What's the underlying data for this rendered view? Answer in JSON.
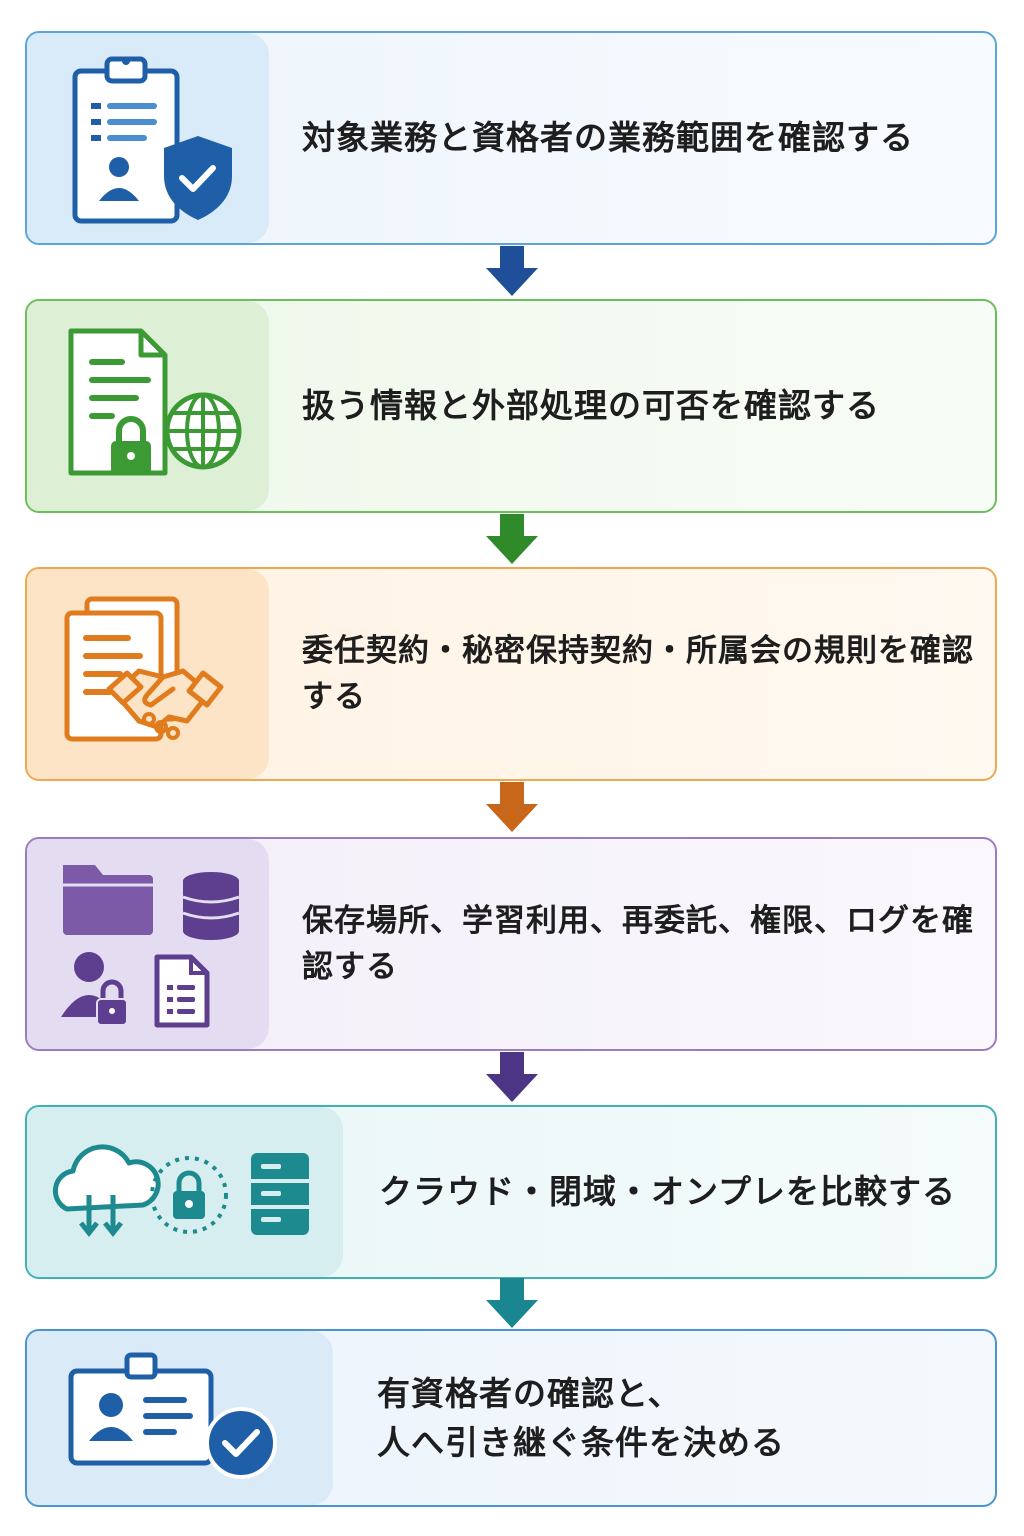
{
  "steps": [
    {
      "text": "対象業務と資格者の業務範囲を確認する",
      "icon": "clipboard-shield-check-icon",
      "color": "#1f5fa8"
    },
    {
      "text": "扱う情報と外部処理の可否を確認する",
      "icon": "document-lock-globe-icon",
      "color": "#3c9a34"
    },
    {
      "text": "委任契約・秘密保持契約・所属会の規則を確認する",
      "icon": "documents-handshake-icon",
      "color": "#e07c1e"
    },
    {
      "text": "保存場所、学習利用、再委託、権限、ログを確認する",
      "icon": "folder-database-user-lock-document-icon",
      "color": "#5e3f8f"
    },
    {
      "text": "クラウド・閉域・オンプレを比較する",
      "icon": "cloud-lock-server-icon",
      "color": "#1d8a8f"
    },
    {
      "text_line1": "有資格者の確認と、",
      "text_line2": "人へ引き継ぐ条件を決める",
      "icon": "id-card-check-icon",
      "color": "#1f5fa8"
    }
  ],
  "arrow_colors": [
    "#1f4f99",
    "#2f8a2a",
    "#c8661a",
    "#4c3585",
    "#1a8790"
  ]
}
